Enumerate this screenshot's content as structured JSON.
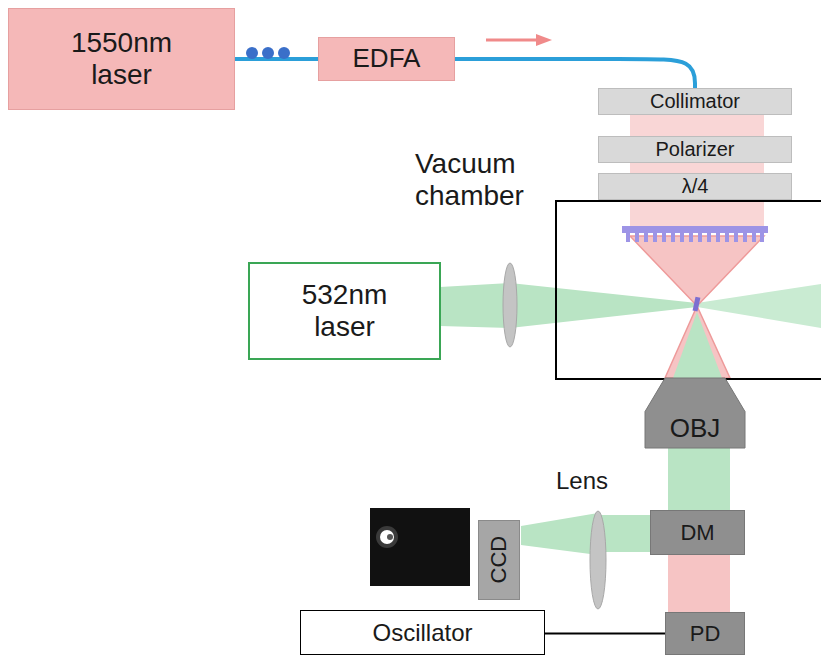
{
  "diagram": {
    "nodes": [
      {
        "text": [
          "1550nm laser"
        ]
      },
      {
        "text": [
          "EDFA"
        ]
      },
      {
        "text": [
          "Collimator"
        ]
      },
      {
        "text": [
          "Polarizer"
        ]
      },
      {
        "text": [
          "λ/4"
        ]
      },
      {
        "text": [
          "Vacuum chamber"
        ]
      },
      {
        "text": [
          "532nm laser"
        ]
      },
      {
        "text": [
          "OBJ"
        ]
      },
      {
        "text": [
          "CCD"
        ]
      },
      {
        "text": [
          "DM"
        ]
      },
      {
        "text": [
          "Oscillator"
        ]
      },
      {
        "text": [
          "PD"
        ]
      }
    ],
    "edges": [
      {
        "from": 0,
        "to": 1,
        "arrow": "none"
      },
      {
        "from": 1,
        "to": 2,
        "arrow": "none"
      },
      {
        "from": 10,
        "to": 11,
        "arrow": "none"
      }
    ],
    "labels": [
      "Lens"
    ]
  }
}
